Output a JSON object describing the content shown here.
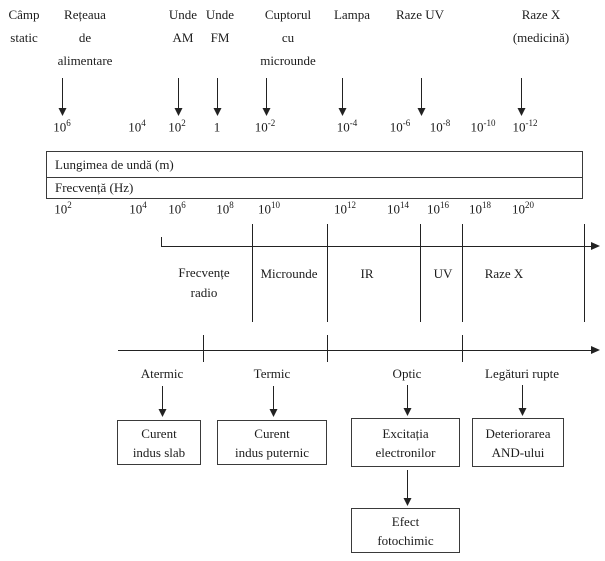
{
  "sources": [
    {
      "name": "camp-static",
      "lines": [
        "Câmp",
        "static"
      ]
    },
    {
      "name": "reteaua-de-alimentare",
      "lines": [
        "Rețeaua",
        "de",
        "alimentare"
      ]
    },
    {
      "name": "unde-am",
      "lines": [
        "Unde",
        "AM"
      ]
    },
    {
      "name": "unde-fm",
      "lines": [
        "Unde",
        "FM"
      ]
    },
    {
      "name": "cuptorul-cu-microunde",
      "lines": [
        "Cuptorul",
        "cu",
        "microunde"
      ]
    },
    {
      "name": "lampa",
      "lines": [
        "Lampa"
      ]
    },
    {
      "name": "raze-uv",
      "lines": [
        "Raze UV"
      ]
    },
    {
      "name": "raze-x-medicina",
      "lines": [
        "Raze X",
        "(medicină)"
      ]
    }
  ],
  "wavelength_scale": {
    "box_label": "Lungimea de undă (m)",
    "values": [
      {
        "base": "10",
        "exp": "6"
      },
      {
        "base": "10",
        "exp": "4"
      },
      {
        "base": "10",
        "exp": "2"
      },
      {
        "base": "1",
        "exp": ""
      },
      {
        "base": "10",
        "exp": "-2"
      },
      {
        "base": "10",
        "exp": "-4"
      },
      {
        "base": "10",
        "exp": "-6"
      },
      {
        "base": "10",
        "exp": "-8"
      },
      {
        "base": "10",
        "exp": "-10"
      },
      {
        "base": "10",
        "exp": "-12"
      }
    ]
  },
  "frequency_scale": {
    "box_label": "Frecvență (Hz)",
    "values": [
      {
        "base": "10",
        "exp": "2"
      },
      {
        "base": "10",
        "exp": "4"
      },
      {
        "base": "10",
        "exp": "6"
      },
      {
        "base": "10",
        "exp": "8"
      },
      {
        "base": "10",
        "exp": "10"
      },
      {
        "base": "10",
        "exp": "12"
      },
      {
        "base": "10",
        "exp": "14"
      },
      {
        "base": "10",
        "exp": "16"
      },
      {
        "base": "10",
        "exp": "18"
      },
      {
        "base": "10",
        "exp": "20"
      }
    ]
  },
  "spectrum_bands": {
    "radio_line1": "Frecvențe",
    "radio_line2": "radio",
    "microunde": "Microunde",
    "ir": "IR",
    "uv": "UV",
    "raze_x": "Raze X"
  },
  "effect_axis": {
    "atermic": "Atermic",
    "termic": "Termic",
    "optic": "Optic",
    "legaturi_rupte": "Legături rupte"
  },
  "effect_boxes": {
    "curent_slab": [
      "Curent",
      "indus slab"
    ],
    "curent_puternic": [
      "Curent",
      "indus puternic"
    ],
    "excitatia": [
      "Excitația",
      "electronilor"
    ],
    "deteriorarea": [
      "Deteriorarea",
      "AND-ului"
    ],
    "fotochimic": [
      "Efect",
      "fotochimic"
    ]
  },
  "colors": {
    "line": "#222222",
    "text": "#1c1c1c",
    "background": "#ffffff"
  }
}
